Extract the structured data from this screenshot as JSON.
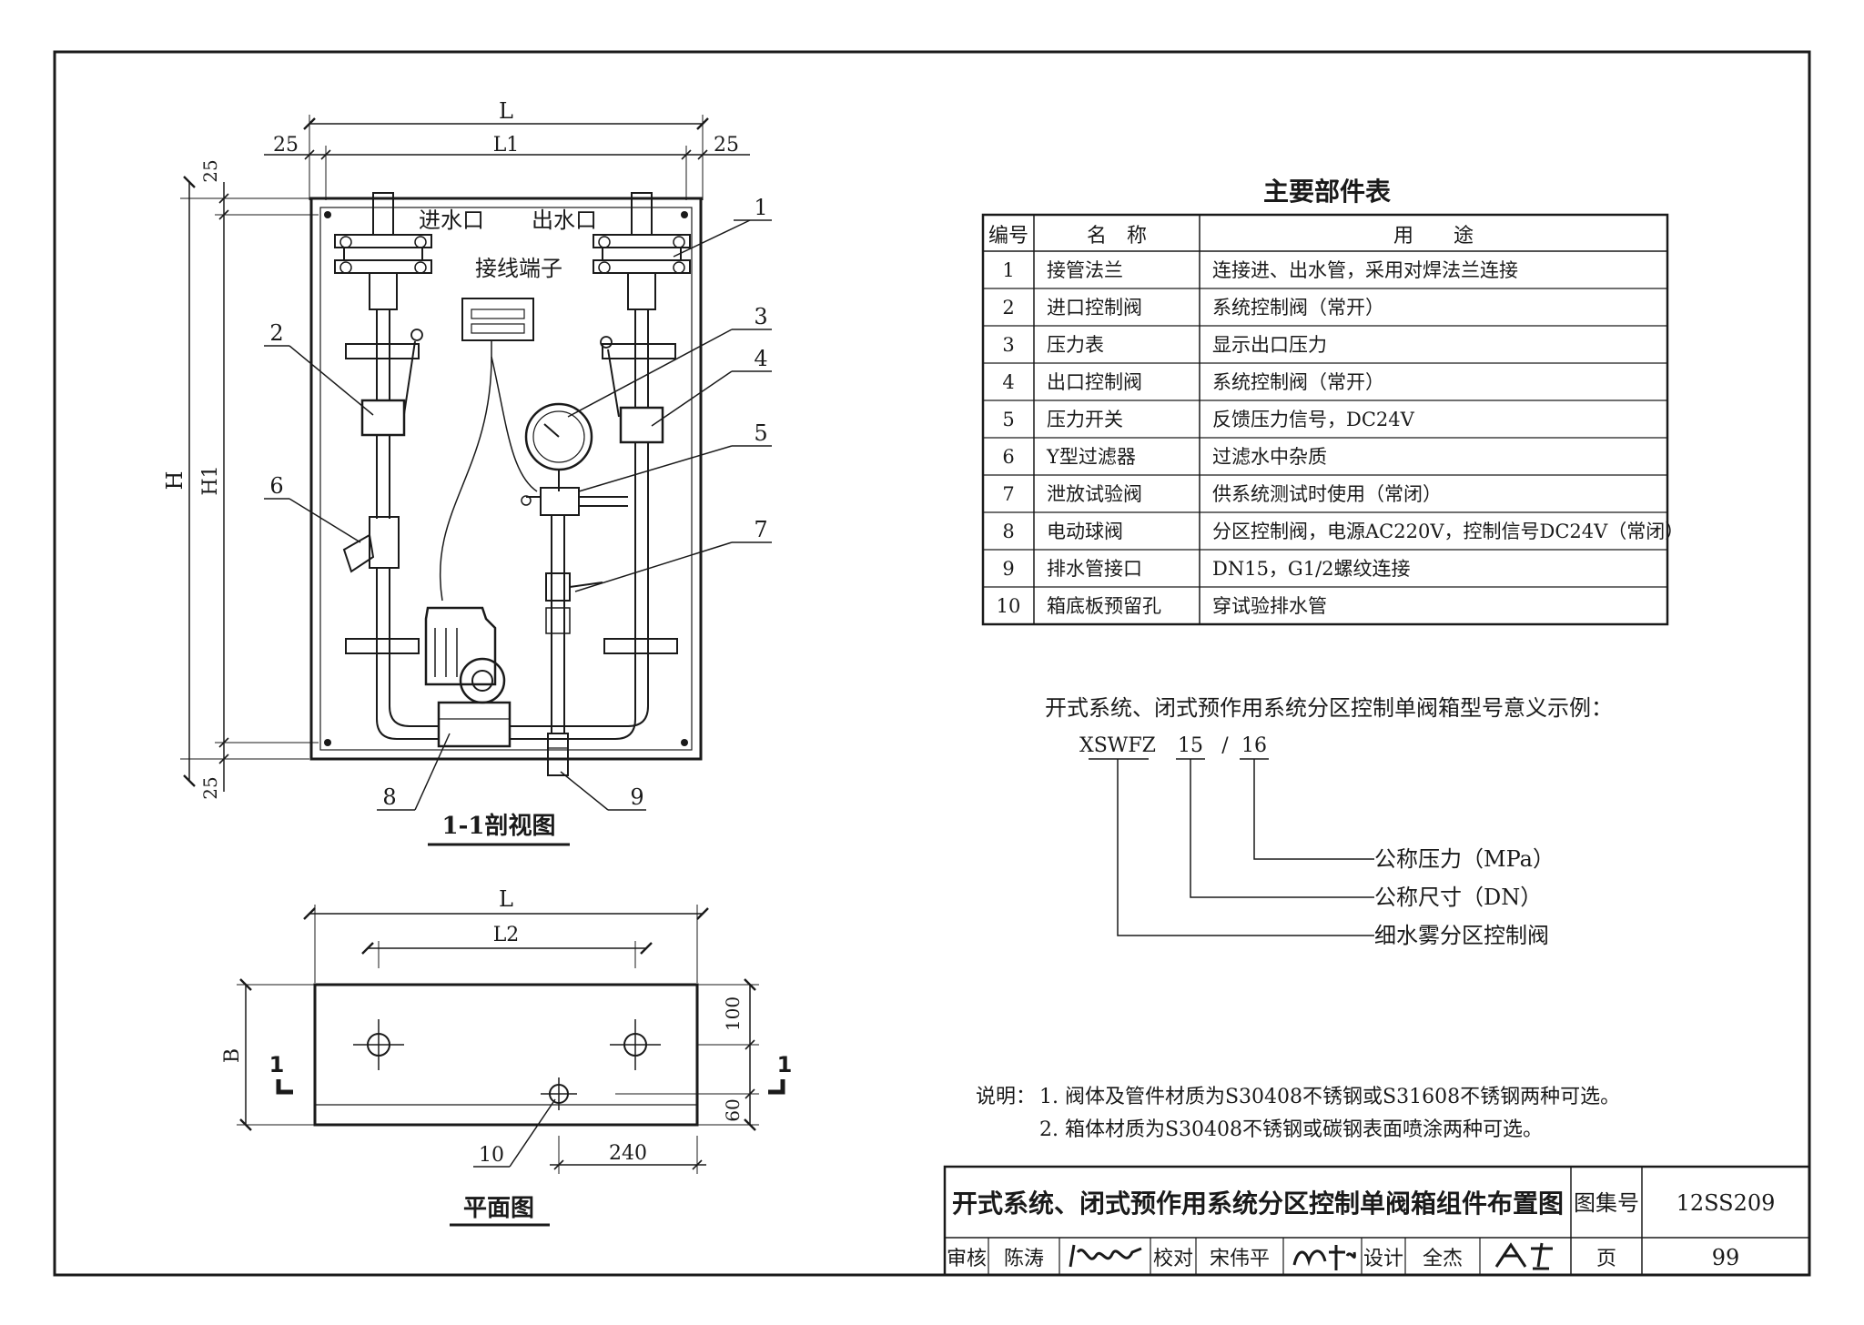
{
  "section_view": {
    "title": "1-1剖视图",
    "dim_L": "L",
    "dim_L1": "L1",
    "dim_25_left": "25",
    "dim_25_right": "25",
    "dim_25_top": "25",
    "dim_25_bottom": "25",
    "dim_H": "H",
    "dim_H1": "H1",
    "label_inlet": "进水口",
    "label_outlet": "出水口",
    "label_terminal": "接线端子",
    "callouts": [
      "1",
      "2",
      "3",
      "4",
      "5",
      "6",
      "7",
      "8",
      "9"
    ]
  },
  "plan_view": {
    "title": "平面图",
    "dim_L": "L",
    "dim_L2": "L2",
    "dim_B": "B",
    "dim_100": "100",
    "dim_60": "60",
    "dim_240": "240",
    "section_mark_left": "1",
    "section_mark_right": "1",
    "callout_10": "10"
  },
  "parts_table": {
    "title": "主要部件表",
    "headers": [
      "编号",
      "名　称",
      "用　　途"
    ],
    "rows": [
      [
        "1",
        "接管法兰",
        "连接进、出水管，采用对焊法兰连接"
      ],
      [
        "2",
        "进口控制阀",
        "系统控制阀（常开）"
      ],
      [
        "3",
        "压力表",
        "显示出口压力"
      ],
      [
        "4",
        "出口控制阀",
        "系统控制阀（常开）"
      ],
      [
        "5",
        "压力开关",
        "反馈压力信号，DC24V"
      ],
      [
        "6",
        "Y型过滤器",
        "过滤水中杂质"
      ],
      [
        "7",
        "泄放试验阀",
        "供系统测试时使用（常闭）"
      ],
      [
        "8",
        "电动球阀",
        "分区控制阀，电源AC220V，控制信号DC24V（常闭）"
      ],
      [
        "9",
        "排水管接口",
        "DN15，G1/2螺纹连接"
      ],
      [
        "10",
        "箱底板预留孔",
        "穿试验排水管"
      ]
    ]
  },
  "model_example": {
    "title": "开式系统、闭式预作用系统分区控制单阀箱型号意义示例：",
    "code": "XSWFZ",
    "size": "15",
    "slash": "/",
    "pressure": "16",
    "meaning_pressure": "公称压力（MPa）",
    "meaning_size": "公称尺寸（DN）",
    "meaning_code": "细水雾分区控制阀"
  },
  "notes": {
    "lead": "说明：",
    "items": [
      "1. 阀体及管件材质为S30408不锈钢或S31608不锈钢两种可选。",
      "2. 箱体材质为S30408不锈钢或碳钢表面喷涂两种可选。"
    ]
  },
  "title_block": {
    "drawing_title": "开式系统、闭式预作用系统分区控制单阀箱组件布置图",
    "atlas_label": "图集号",
    "atlas_no": "12SS209",
    "review_label": "审核",
    "reviewer": "陈涛",
    "check_label": "校对",
    "checker": "宋伟平",
    "design_label": "设计",
    "designer": "全杰",
    "page_label": "页",
    "page_no": "99"
  }
}
